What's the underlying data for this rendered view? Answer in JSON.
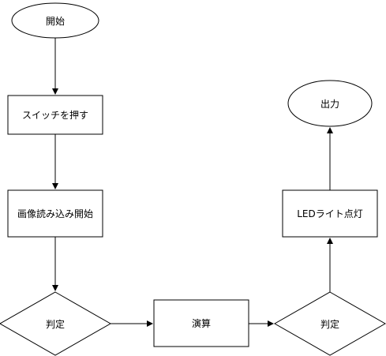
{
  "nodes": {
    "start": {
      "label": "開始",
      "shape": "ellipse"
    },
    "switch": {
      "label": "スイッチを押す",
      "shape": "rect"
    },
    "read": {
      "label": "画像読み込み開始",
      "shape": "rect"
    },
    "judge1": {
      "label": "判定",
      "shape": "diamond"
    },
    "compute": {
      "label": "演算",
      "shape": "rect"
    },
    "judge2": {
      "label": "判定",
      "shape": "diamond"
    },
    "led": {
      "label": "LEDライト点灯",
      "shape": "rect"
    },
    "output": {
      "label": "出力",
      "shape": "ellipse"
    }
  },
  "edges": [
    {
      "from": "start",
      "to": "switch"
    },
    {
      "from": "switch",
      "to": "read"
    },
    {
      "from": "read",
      "to": "judge1"
    },
    {
      "from": "judge1",
      "to": "compute"
    },
    {
      "from": "compute",
      "to": "judge2"
    },
    {
      "from": "judge2",
      "to": "led"
    },
    {
      "from": "led",
      "to": "output"
    }
  ],
  "colors": {
    "stroke": "#000000",
    "fill": "#ffffff"
  }
}
